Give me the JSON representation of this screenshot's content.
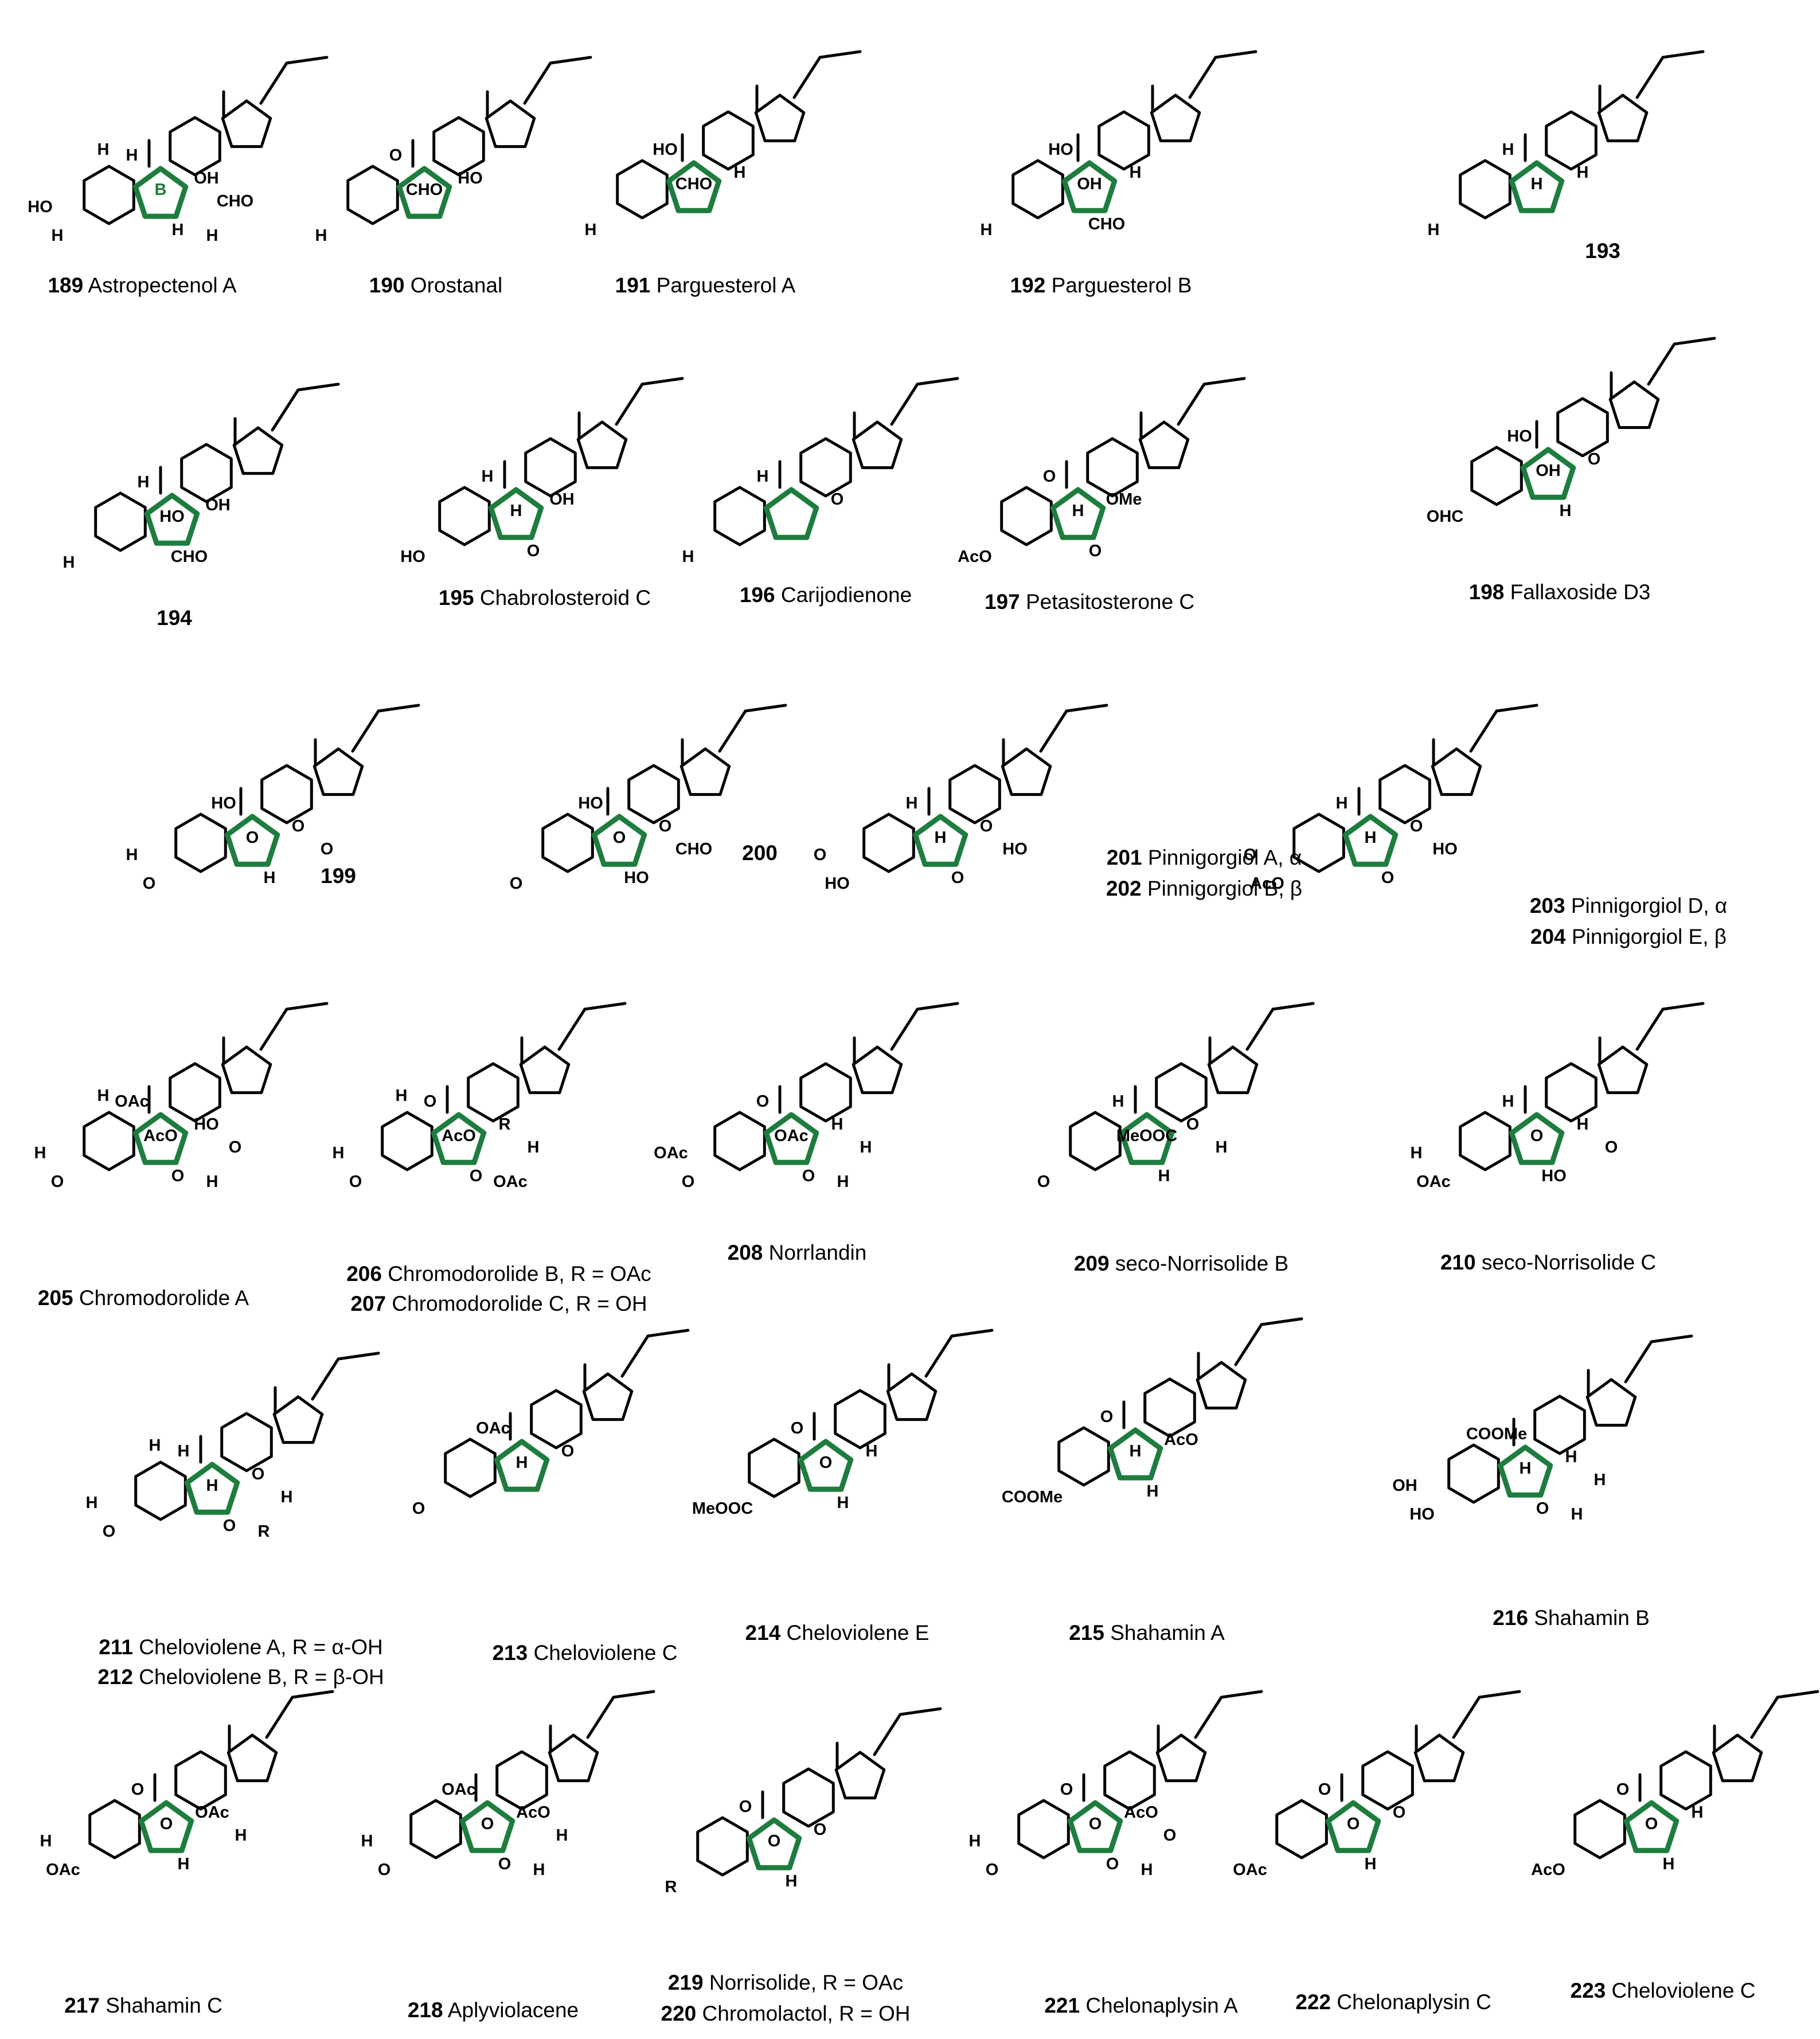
{
  "compounds": [
    {
      "num": "189",
      "name": "Astropectenol A",
      "atoms": [
        "H",
        "OH",
        "H",
        "B",
        "H",
        "CHO",
        "HO",
        "H",
        "H"
      ]
    },
    {
      "num": "190",
      "name": "Orostanal",
      "atoms": [
        "H",
        "HO",
        "O",
        "CHO"
      ]
    },
    {
      "num": "191",
      "name": "Parguesterol A",
      "atoms": [
        "H",
        "H",
        "HO",
        "CHO"
      ]
    },
    {
      "num": "192",
      "name": "Parguesterol B",
      "atoms": [
        "H",
        "H",
        "HO",
        "OH",
        "CHO"
      ]
    },
    {
      "num": "193",
      "name": "",
      "atoms": [
        "H",
        "H",
        "H",
        "H"
      ]
    },
    {
      "num": "194",
      "name": "",
      "atoms": [
        "H",
        "OH",
        "H",
        "HO",
        "CHO"
      ]
    },
    {
      "num": "195",
      "name": "Chabrolosteroid C",
      "atoms": [
        "HO",
        "OH",
        "H",
        "H",
        "O"
      ]
    },
    {
      "num": "196",
      "name": "Carijodienone",
      "atoms": [
        "H",
        "O",
        "H"
      ]
    },
    {
      "num": "197",
      "name": "Petasitosterone C",
      "atoms": [
        "AcO",
        "OMe",
        "O",
        "H",
        "O"
      ]
    },
    {
      "num": "198",
      "name": "Fallaxoside D3",
      "atoms": [
        "OHC",
        "O",
        "HO",
        "OH",
        "H"
      ]
    },
    {
      "num": "199",
      "name": "",
      "atoms": [
        "O",
        "O",
        "HO",
        "O",
        "H",
        "O",
        "H"
      ]
    },
    {
      "num": "200",
      "name": "",
      "atoms": [
        "O",
        "O",
        "HO",
        "O",
        "HO",
        "CHO"
      ]
    },
    {
      "num": "201",
      "name": "Pinnigorgiol A, α",
      "atoms": [
        "HO",
        "O",
        "H",
        "H",
        "O",
        "HO",
        "O"
      ]
    },
    {
      "num": "202",
      "name": "Pinnigorgiol B, β",
      "atoms": []
    },
    {
      "num": "203",
      "name": "Pinnigorgiol D, α",
      "atoms": [
        "AcO",
        "O",
        "H",
        "H",
        "O",
        "HO",
        "O"
      ]
    },
    {
      "num": "204",
      "name": "Pinnigorgiol E, β",
      "atoms": []
    },
    {
      "num": "205",
      "name": "Chromodorolide A",
      "atoms": [
        "O",
        "HO",
        "OAc",
        "AcO",
        "O",
        "O",
        "H",
        "H",
        "H"
      ]
    },
    {
      "num": "206",
      "name": "Chromodorolide B, R = OAc",
      "atoms": [
        "O",
        "R",
        "O",
        "AcO",
        "O",
        "H",
        "H",
        "OAc",
        "H"
      ]
    },
    {
      "num": "207",
      "name": "Chromodorolide C, R = OH",
      "atoms": []
    },
    {
      "num": "208",
      "name": "Norrlandin",
      "atoms": [
        "O",
        "H",
        "O",
        "OAc",
        "O",
        "H",
        "OAc",
        "H"
      ]
    },
    {
      "num": "209",
      "name": "seco-Norrisolide B",
      "atoms": [
        "O",
        "O",
        "H",
        "MeOOC",
        "H",
        "H"
      ]
    },
    {
      "num": "210",
      "name": "seco-Norrisolide C",
      "atoms": [
        "OAc",
        "H",
        "H",
        "O",
        "HO",
        "O",
        "H"
      ]
    },
    {
      "num": "211",
      "name": "Cheloviolene A, R = α-OH",
      "atoms": [
        "O",
        "O",
        "H",
        "H",
        "O",
        "H",
        "H",
        "R",
        "H"
      ]
    },
    {
      "num": "212",
      "name": "Cheloviolene B, R = β-OH",
      "atoms": []
    },
    {
      "num": "213",
      "name": "Cheloviolene C",
      "atoms": [
        "O",
        "O",
        "OAc",
        "H"
      ]
    },
    {
      "num": "214",
      "name": "Cheloviolene E",
      "atoms": [
        "MeOOC",
        "H",
        "O",
        "O",
        "H"
      ]
    },
    {
      "num": "215",
      "name": "Shahamin A",
      "atoms": [
        "COOMe",
        "AcO",
        "O",
        "H",
        "H"
      ]
    },
    {
      "num": "216",
      "name": "Shahamin B",
      "atoms": [
        "HO",
        "H",
        "COOMe",
        "H",
        "O",
        "H",
        "OH",
        "H"
      ]
    },
    {
      "num": "217",
      "name": "Shahamin C",
      "atoms": [
        "OAc",
        "OAc",
        "O",
        "O",
        "H",
        "H",
        "H"
      ]
    },
    {
      "num": "218",
      "name": "Aplyviolacene",
      "atoms": [
        "O",
        "AcO",
        "OAc",
        "O",
        "O",
        "H",
        "H",
        "H"
      ]
    },
    {
      "num": "219",
      "name": "Norrisolide, R = OAc",
      "atoms": [
        "R",
        "O",
        "O",
        "O",
        "H"
      ]
    },
    {
      "num": "220",
      "name": "Chromolactol, R = OH",
      "atoms": []
    },
    {
      "num": "221",
      "name": "Chelonaplysin A",
      "atoms": [
        "O",
        "AcO",
        "O",
        "O",
        "O",
        "O",
        "H",
        "H"
      ]
    },
    {
      "num": "222",
      "name": "Chelonaplysin C",
      "atoms": [
        "OAc",
        "O",
        "O",
        "O",
        "H"
      ]
    },
    {
      "num": "223",
      "name": "Cheloviolene C",
      "atoms": [
        "AcO",
        "H",
        "O",
        "O",
        "H"
      ]
    }
  ]
}
